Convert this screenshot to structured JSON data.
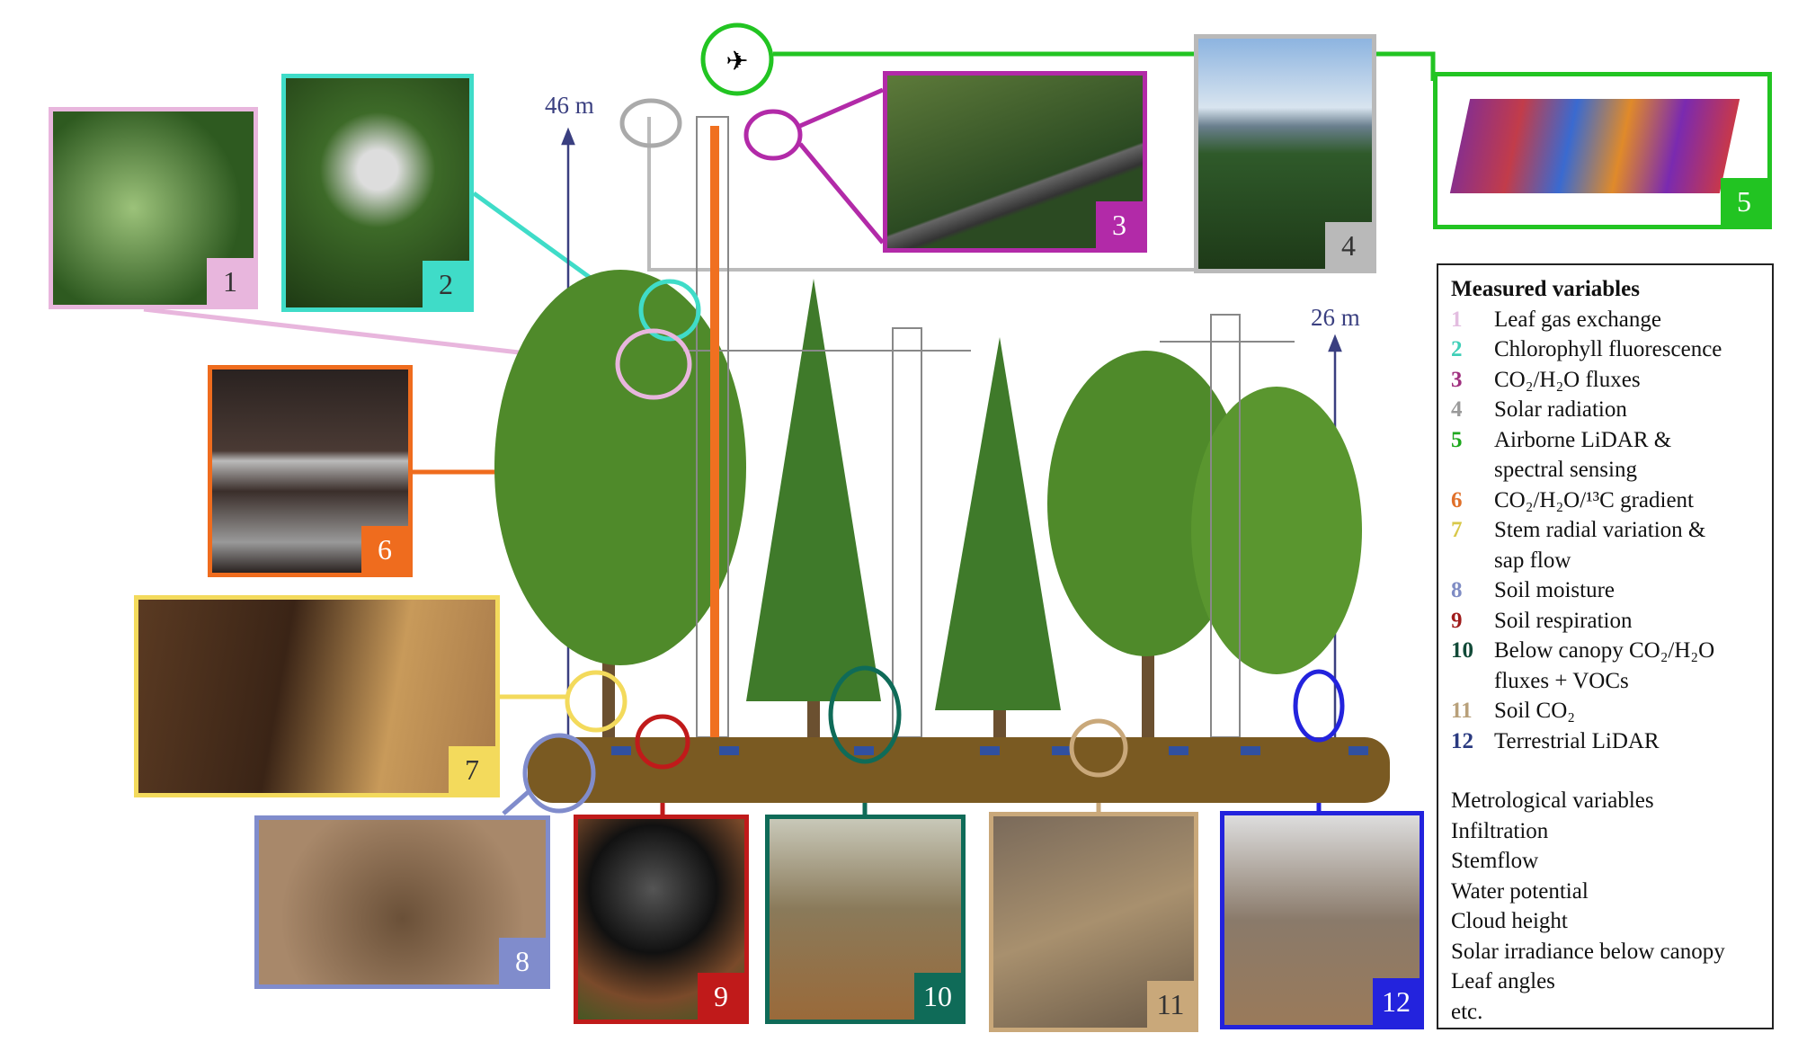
{
  "heights": {
    "main_tower": "46 m",
    "side_tower": "26 m"
  },
  "photos": [
    {
      "num": "1",
      "color": "#e8b6dd"
    },
    {
      "num": "2",
      "color": "#3fdcc8"
    },
    {
      "num": "3",
      "color": "#b22aa8"
    },
    {
      "num": "4",
      "color": "#b9b9b9"
    },
    {
      "num": "5",
      "color": "#22c422"
    },
    {
      "num": "6",
      "color": "#ef6c1e"
    },
    {
      "num": "7",
      "color": "#f3da5c"
    },
    {
      "num": "8",
      "color": "#808ccc"
    },
    {
      "num": "9",
      "color": "#c01a1a"
    },
    {
      "num": "10",
      "color": "#0f6b58"
    },
    {
      "num": "11",
      "color": "#c9a87a"
    },
    {
      "num": "12",
      "color": "#2323dd"
    }
  ],
  "legend": {
    "title": "Measured variables",
    "items": [
      {
        "num": "1",
        "label": "Leaf gas exchange",
        "color": "#e3bde0"
      },
      {
        "num": "2",
        "label": "Chlorophyll fluorescence",
        "color": "#3fcfb8"
      },
      {
        "num": "3",
        "label": "CO₂/H₂O fluxes",
        "color": "#a0307f"
      },
      {
        "num": "4",
        "label": "Solar radiation",
        "color": "#9a9a9a"
      },
      {
        "num": "5",
        "label": "Airborne LiDAR &",
        "color": "#1ea81e"
      },
      {
        "num": "",
        "label": "spectral sensing",
        "color": "#ccc"
      },
      {
        "num": "6",
        "label": "CO₂/H₂O/¹³C gradient",
        "color": "#e0702a"
      },
      {
        "num": "7",
        "label": "Stem radial variation &",
        "color": "#d8c84a"
      },
      {
        "num": "",
        "label": "sap flow",
        "color": "#000"
      },
      {
        "num": "8",
        "label": "Soil moisture",
        "color": "#7f8cc4"
      },
      {
        "num": "9",
        "label": "Soil respiration",
        "color": "#a01c1c"
      },
      {
        "num": "10",
        "label": "Below canopy CO₂/H₂O",
        "color": "#124a38"
      },
      {
        "num": "",
        "label": "fluxes + VOCs",
        "color": "#000"
      },
      {
        "num": "11",
        "label": "Soil CO₂",
        "color": "#b8a07a"
      },
      {
        "num": "12",
        "label": "Terrestrial LiDAR",
        "color": "#2a3a80"
      }
    ],
    "other": [
      "Metrological variables",
      "Infiltration",
      "Stemflow",
      "Water potential",
      "Cloud height",
      "Solar irradiance below canopy",
      "Leaf angles",
      "etc."
    ]
  }
}
